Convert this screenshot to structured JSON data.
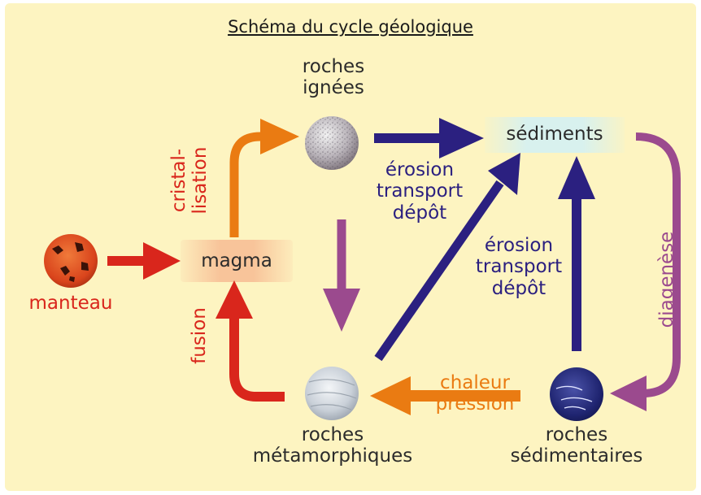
{
  "title": "Schéma du cycle géologique",
  "nodes": {
    "roches_ignees": [
      "roches",
      "ignées"
    ],
    "sediments": "sédiments",
    "magma": "magma",
    "manteau": "manteau",
    "roches_metamorphiques": [
      "roches",
      "métamorphiques"
    ],
    "roches_sedimentaires": [
      "roches",
      "sédimentaires"
    ]
  },
  "processes": {
    "erosion_top": [
      "érosion",
      "transport",
      "dépôt"
    ],
    "erosion_mid": [
      "érosion",
      "transport",
      "dépôt"
    ],
    "cristallisation": [
      "cristal-",
      "lisation"
    ],
    "fusion": "fusion",
    "diagenese": "diagenèse",
    "metamorphisme": [
      "chaleur",
      "pression"
    ]
  },
  "colors": {
    "background": "#fdf4c1",
    "blue": "#2b2080",
    "red": "#d9261c",
    "orange": "#ea7b12",
    "purple": "#9b4a8e"
  }
}
